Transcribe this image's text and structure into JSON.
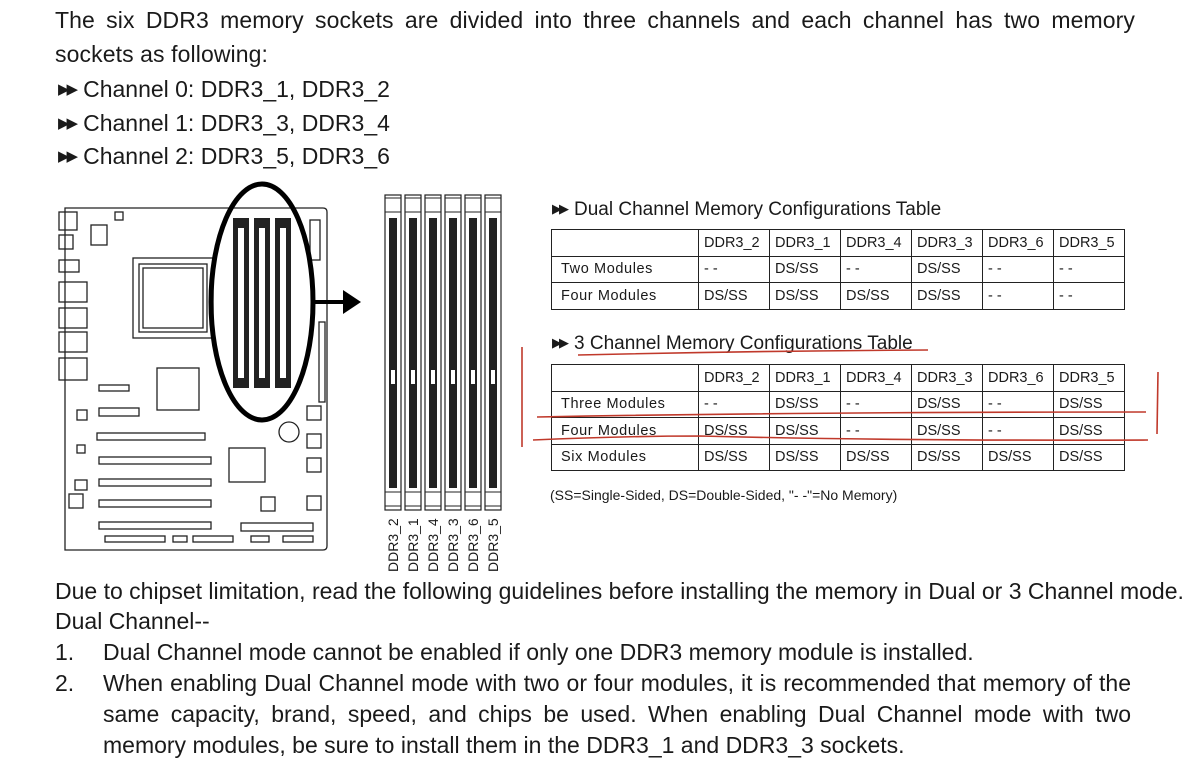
{
  "intro": "The six DDR3 memory sockets are divided into three channels and each channel has two memory sockets as following:",
  "channels": [
    "Channel 0: DDR3_1, DDR3_2",
    "Channel 1: DDR3_3, DDR3_4",
    "Channel 2: DDR3_5, DDR3_6"
  ],
  "slot_labels": [
    "DDR3_2",
    "DDR3_1",
    "DDR3_4",
    "DDR3_3",
    "DDR3_6",
    "DDR3_5"
  ],
  "dual_table": {
    "title": "Dual Channel Memory Configurations Table",
    "headers": [
      "",
      "DDR3_2",
      "DDR3_1",
      "DDR3_4",
      "DDR3_3",
      "DDR3_6",
      "DDR3_5"
    ],
    "rows": [
      [
        "Two  Modules",
        "- -",
        "DS/SS",
        "- -",
        "DS/SS",
        "- -",
        "- -"
      ],
      [
        "Four  Modules",
        "DS/SS",
        "DS/SS",
        "DS/SS",
        "DS/SS",
        "- -",
        "- -"
      ]
    ]
  },
  "three_table": {
    "title": "3 Channel Memory Configurations Table",
    "headers": [
      "",
      "DDR3_2",
      "DDR3_1",
      "DDR3_4",
      "DDR3_3",
      "DDR3_6",
      "DDR3_5"
    ],
    "rows": [
      [
        "Three  Modules",
        "- -",
        "DS/SS",
        "- -",
        "DS/SS",
        "- -",
        "DS/SS"
      ],
      [
        "Four  Modules",
        "DS/SS",
        "DS/SS",
        "- -",
        "DS/SS",
        "- -",
        "DS/SS"
      ],
      [
        "Six  Modules",
        "DS/SS",
        "DS/SS",
        "DS/SS",
        "DS/SS",
        "DS/SS",
        "DS/SS"
      ]
    ]
  },
  "legend_note": "(SS=Single-Sided, DS=Double-Sided, \"- -\"=No Memory)",
  "guideline_intro": "Due to chipset limitation, read the following guidelines before installing the memory in Dual or 3 Channel mode.",
  "dual_heading": "Dual Channel--",
  "items": [
    {
      "num": "1.",
      "text": "Dual Channel mode cannot be enabled if only one DDR3 memory module is installed."
    },
    {
      "num": "2.",
      "text": "When enabling Dual Channel mode with two or four modules, it is recommended that memory of the same capacity, brand, speed, and chips be used. When enabling Dual Channel mode with two memory modules, be sure to install them in the DDR3_1 and DDR3_3 sockets."
    }
  ],
  "colors": {
    "text": "#1a1a1a",
    "annotation_red": "#c0392b"
  }
}
